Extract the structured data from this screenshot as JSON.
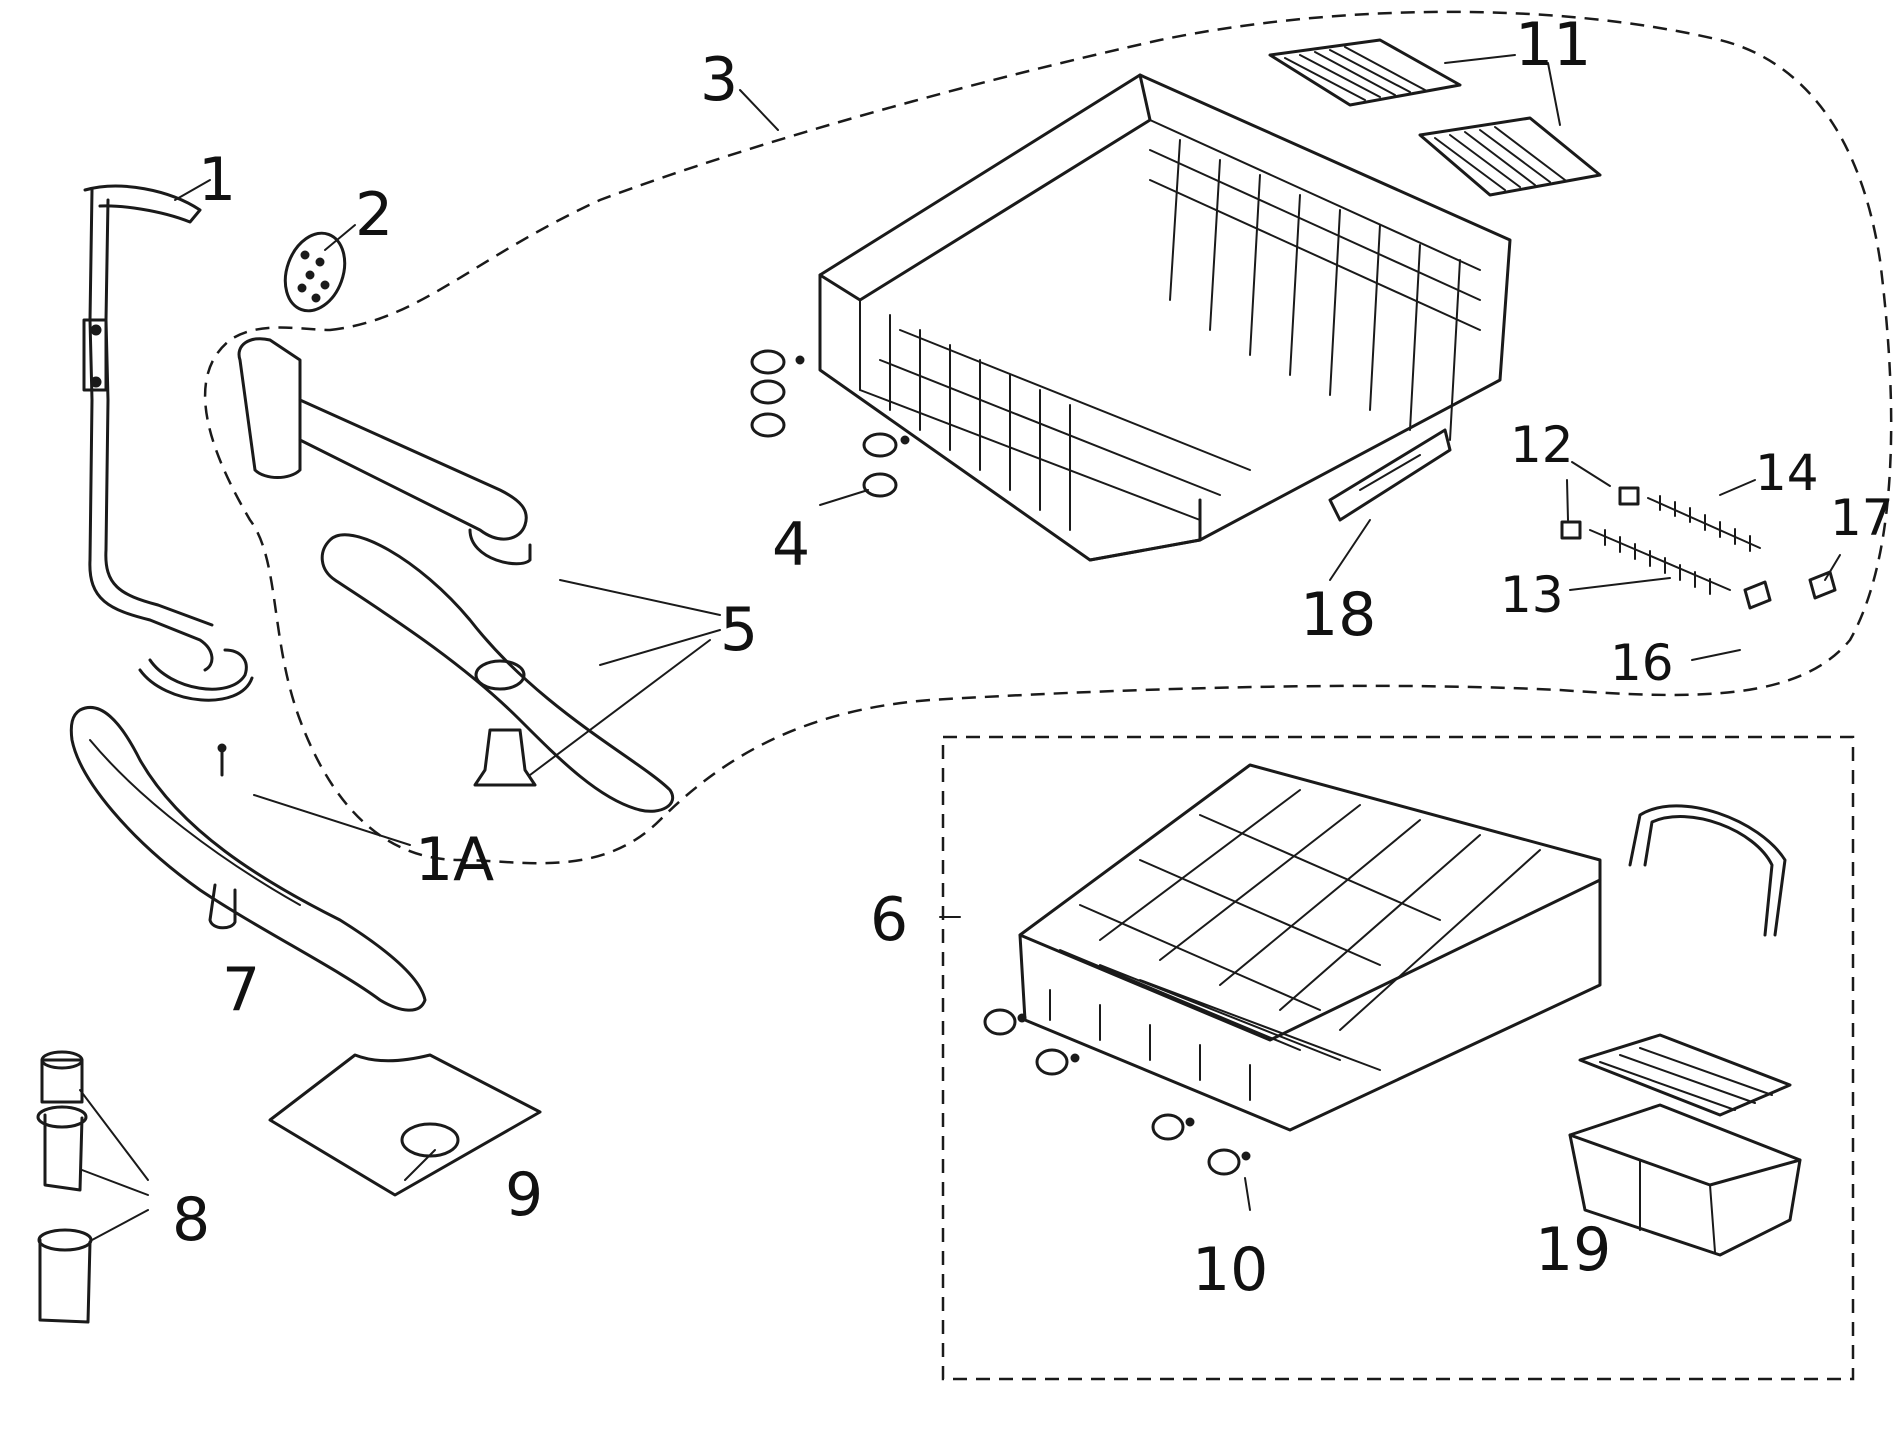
{
  "diagram": {
    "labels": {
      "p1": "1",
      "p1a": "1A",
      "p2": "2",
      "p3": "3",
      "p4": "4",
      "p5": "5",
      "p6": "6",
      "p7": "7",
      "p8": "8",
      "p9": "9",
      "p10": "10",
      "p11": "11",
      "p12": "12",
      "p13": "13",
      "p14": "14",
      "p16": "16",
      "p17": "17",
      "p18": "18",
      "p19": "19"
    },
    "ink_color": "#1a1a1a",
    "background": "#ffffff"
  }
}
